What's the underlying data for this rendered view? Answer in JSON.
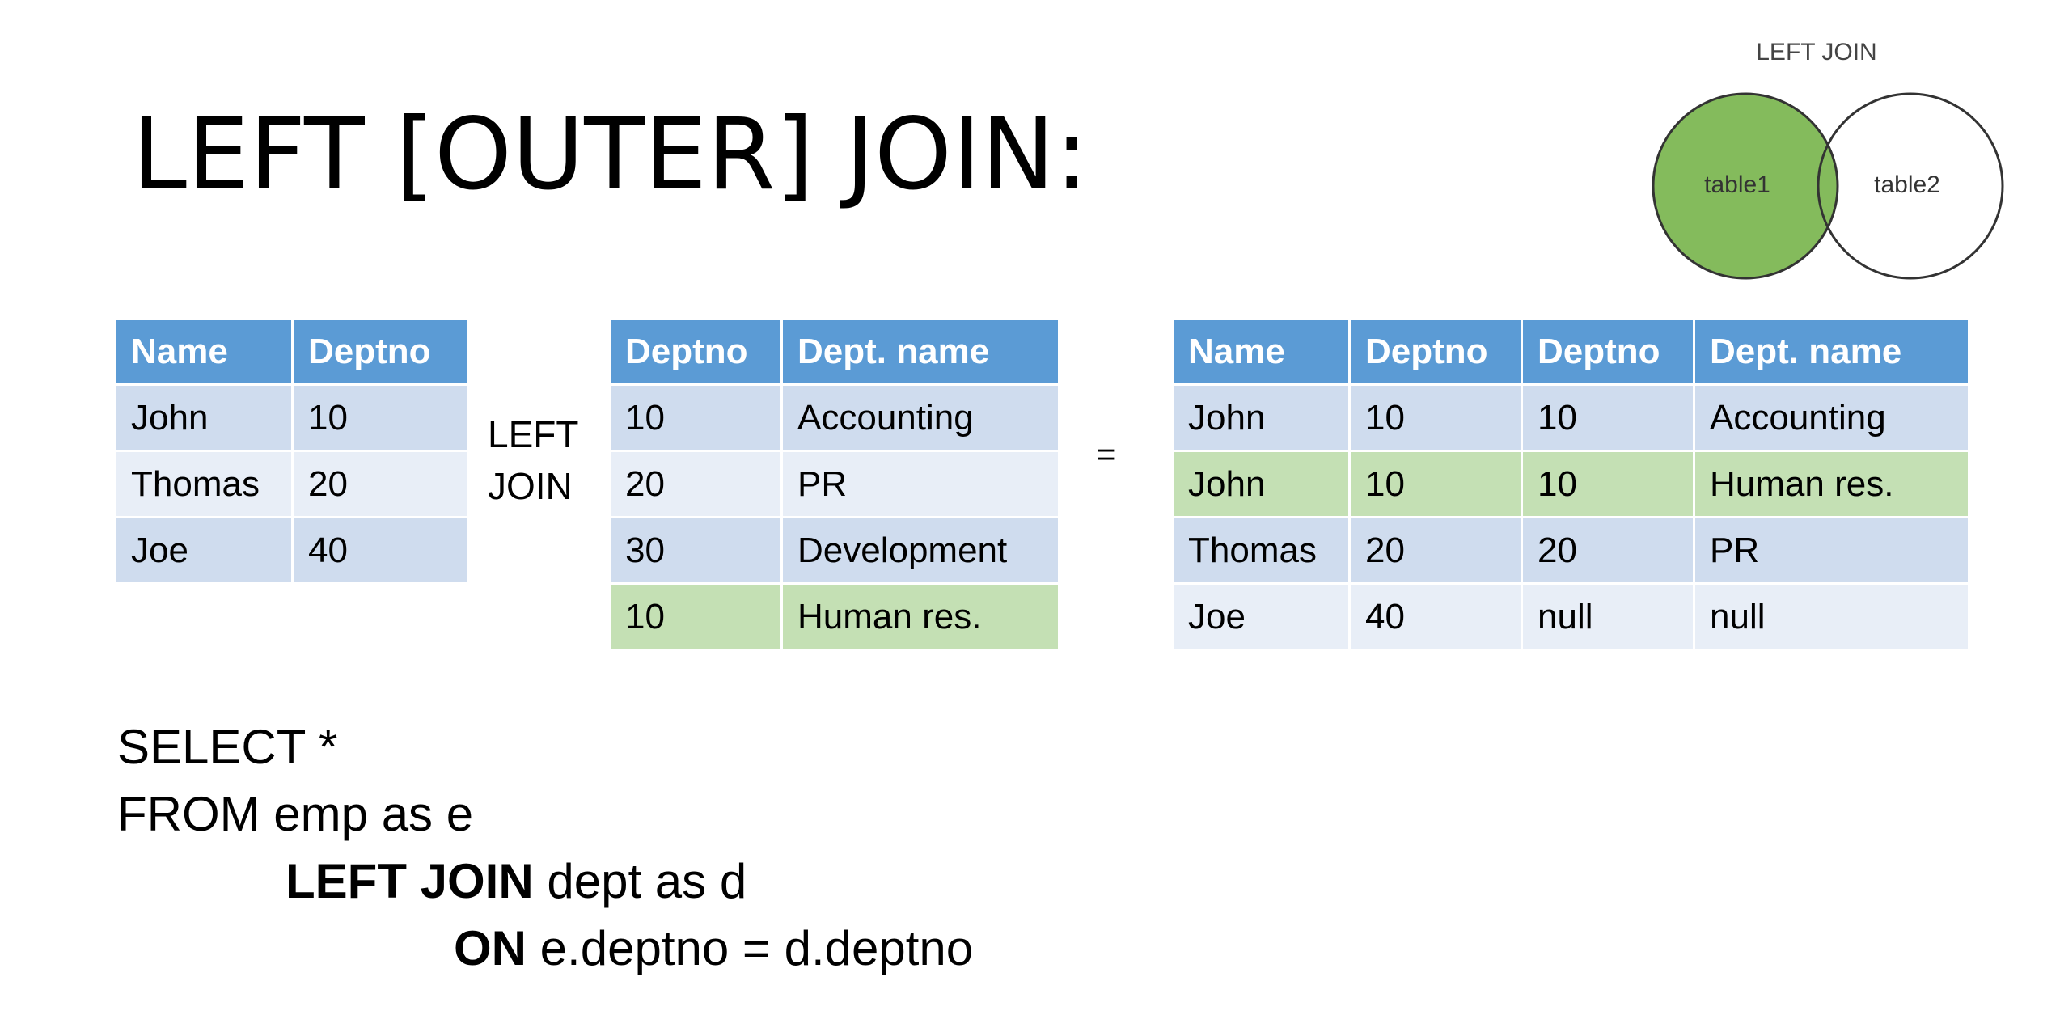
{
  "title": "LEFT [OUTER] JOIN:",
  "join_label": [
    "LEFT",
    "JOIN"
  ],
  "equals": "=",
  "emp_table": {
    "headers": [
      "Name",
      "Deptno"
    ],
    "rows": [
      [
        "John",
        "10"
      ],
      [
        "Thomas",
        "20"
      ],
      [
        "Joe",
        "40"
      ]
    ]
  },
  "dept_table": {
    "headers": [
      "Deptno",
      "Dept. name"
    ],
    "rows": [
      [
        "10",
        "Accounting"
      ],
      [
        "20",
        "PR"
      ],
      [
        "30",
        "Development"
      ],
      [
        "10",
        "Human res."
      ]
    ],
    "highlighted_row": 3
  },
  "result_table": {
    "headers": [
      "Name",
      "Deptno",
      "Deptno",
      "Dept. name"
    ],
    "rows": [
      [
        "John",
        "10",
        "10",
        "Accounting"
      ],
      [
        "John",
        "10",
        "10",
        "Human res."
      ],
      [
        "Thomas",
        "20",
        "20",
        "PR"
      ],
      [
        "Joe",
        "40",
        "null",
        "null"
      ]
    ],
    "highlighted_row": 1
  },
  "sql": {
    "line1": "SELECT *",
    "line2": "FROM emp as e",
    "line3_keyword": "LEFT JOIN",
    "line3_rest": " dept as d",
    "line4_keyword": "ON",
    "line4_rest": " e.deptno = d.deptno"
  },
  "venn": {
    "title": "LEFT JOIN",
    "left_label": "table1",
    "right_label": "table2"
  },
  "colors": {
    "header_blue": "#5b9bd5",
    "row_dark": "#cfdcee",
    "row_light": "#e8eef7",
    "row_green": "#c4e0b4",
    "venn_green": "#84bb5c"
  }
}
